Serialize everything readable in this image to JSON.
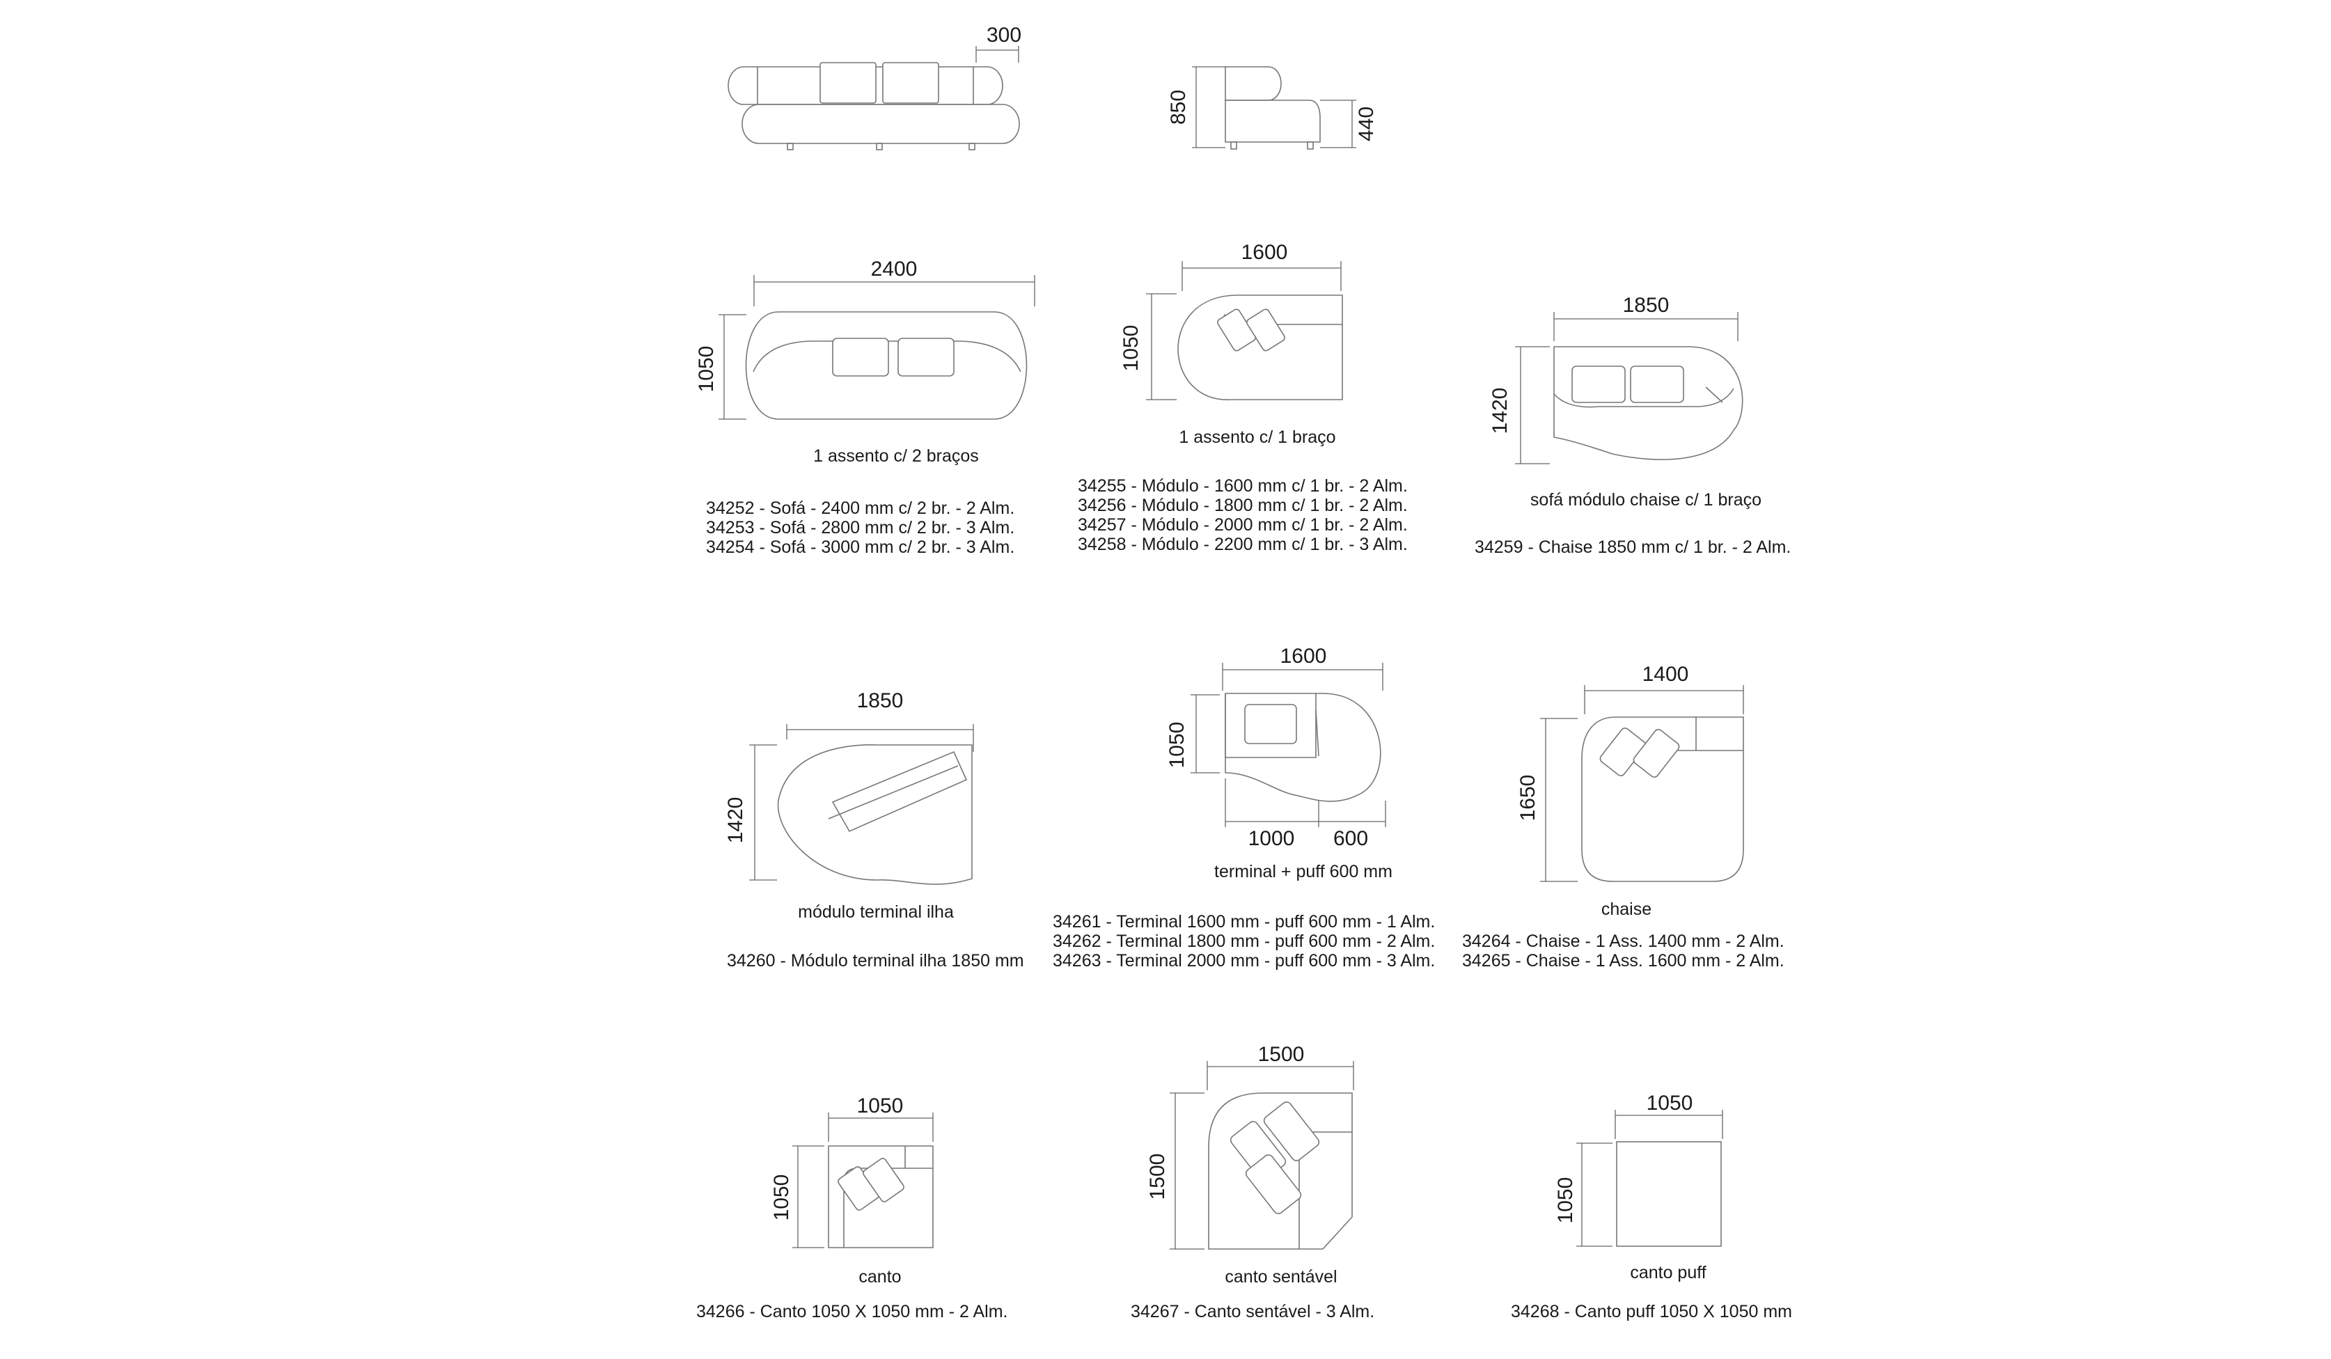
{
  "colors": {
    "line": "#777777",
    "text": "#1a1a1a",
    "background": "#ffffff"
  },
  "elevation": {
    "front": {
      "depth": "300"
    },
    "side": {
      "height": "850",
      "seat": "440"
    }
  },
  "items": [
    {
      "id": "sofa-2-arms",
      "dims": {
        "width": "2400",
        "depth": "1050"
      },
      "caption": "1 assento c/ 2 braços",
      "codes": [
        "34252 - Sofá - 2400 mm c/ 2 br. - 2 Alm.",
        "34253 - Sofá - 2800 mm c/ 2 br. - 3 Alm.",
        "34254 - Sofá - 3000 mm c/ 2 br. - 3 Alm."
      ]
    },
    {
      "id": "module-1-arm",
      "dims": {
        "width": "1600",
        "depth": "1050"
      },
      "caption": "1 assento c/ 1 braço",
      "codes": [
        "34255 - Módulo - 1600 mm c/ 1 br. - 2 Alm.",
        "34256 - Módulo - 1800 mm c/ 1 br. - 2 Alm.",
        "34257 - Módulo - 2000 mm c/ 1 br. - 2 Alm.",
        "34258 - Módulo - 2200 mm c/ 1 br. - 3 Alm."
      ]
    },
    {
      "id": "chaise-module",
      "dims": {
        "width": "1850",
        "depth": "1420"
      },
      "caption": "sofá módulo chaise c/ 1 braço",
      "codes": [
        "34259 - Chaise 1850 mm c/ 1 br. - 2 Alm."
      ]
    },
    {
      "id": "island-terminal",
      "dims": {
        "width": "1850",
        "depth": "1420"
      },
      "caption": "módulo terminal ilha",
      "codes": [
        "34260 - Módulo terminal ilha 1850 mm"
      ]
    },
    {
      "id": "terminal-puff",
      "dims": {
        "width": "1600",
        "depth": "1050",
        "part_a": "1000",
        "part_b": "600"
      },
      "caption": "terminal + puff 600 mm",
      "codes": [
        "34261 - Terminal 1600 mm - puff 600 mm - 1 Alm.",
        "34262 - Terminal 1800 mm - puff 600 mm - 2 Alm.",
        "34263 - Terminal 2000 mm - puff 600 mm - 3 Alm."
      ]
    },
    {
      "id": "chaise",
      "dims": {
        "width": "1400",
        "depth": "1650"
      },
      "caption": "chaise",
      "codes": [
        "34264 - Chaise - 1 Ass. 1400 mm - 2 Alm.",
        "34265 - Chaise - 1 Ass. 1600 mm - 2 Alm."
      ]
    },
    {
      "id": "corner",
      "dims": {
        "width": "1050",
        "depth": "1050"
      },
      "caption": "canto",
      "codes": [
        "34266 - Canto 1050 X 1050 mm - 2 Alm."
      ]
    },
    {
      "id": "seating-corner",
      "dims": {
        "width": "1500",
        "depth": "1500"
      },
      "caption": "canto sentável",
      "codes": [
        "34267 - Canto sentável - 3 Alm."
      ]
    },
    {
      "id": "corner-puff",
      "dims": {
        "width": "1050",
        "depth": "1050"
      },
      "caption": "canto puff",
      "codes": [
        "34268 - Canto puff 1050 X 1050 mm"
      ]
    }
  ]
}
